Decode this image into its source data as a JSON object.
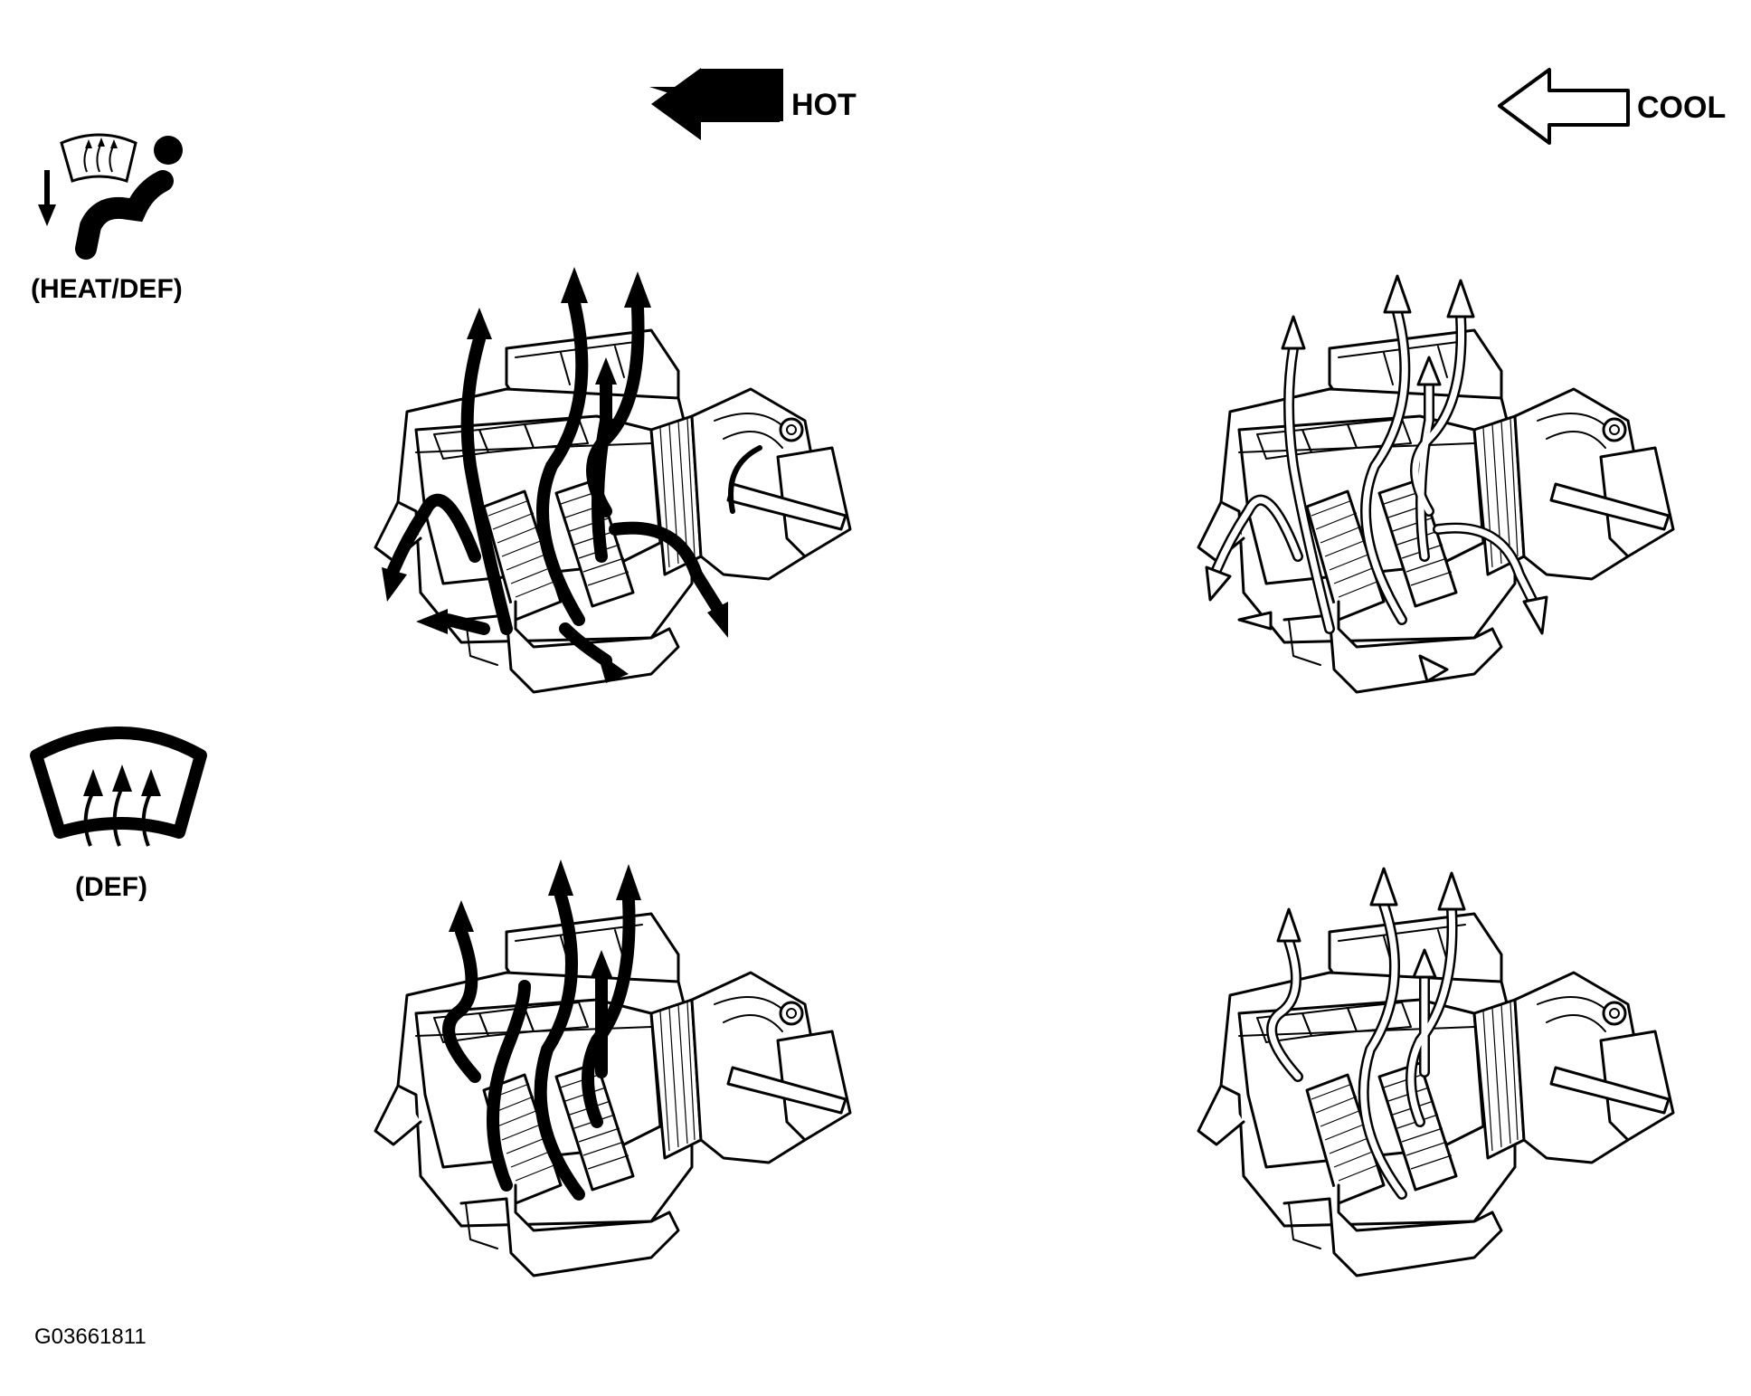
{
  "legend": {
    "hot_label": "HOT",
    "cool_label": "COOL",
    "hot_arrow_icon": "solid-left-arrow",
    "cool_arrow_icon": "hollow-left-arrow"
  },
  "modes": [
    {
      "label": "(HEAT/DEF)",
      "icon": "windshield-and-seated-occupant-icon"
    },
    {
      "label": "(DEF)",
      "icon": "windshield-defrost-icon"
    }
  ],
  "figure_code": "G03661811",
  "colors": {
    "ink": "#000000",
    "paper": "#ffffff"
  }
}
